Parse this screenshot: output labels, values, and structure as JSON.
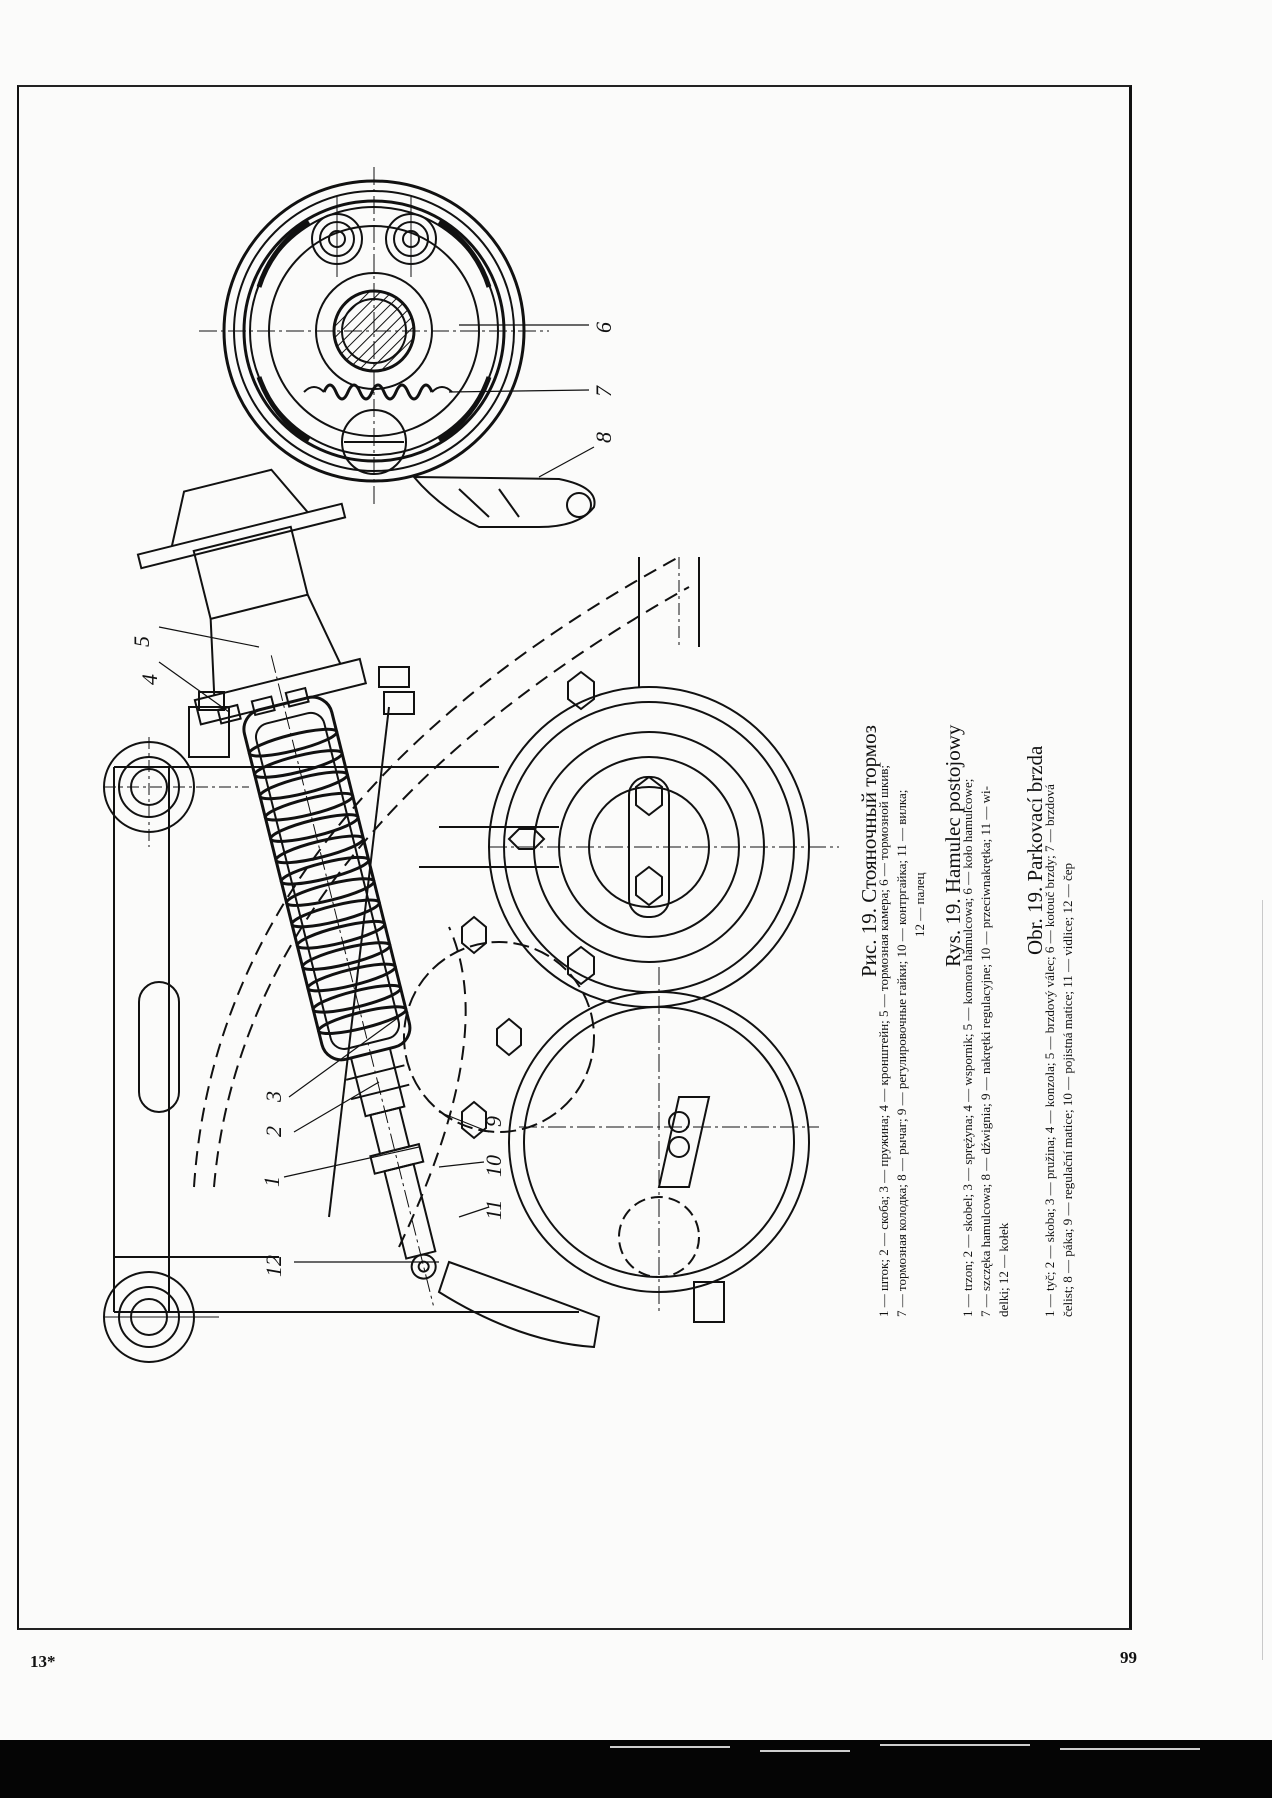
{
  "page": {
    "left_folio": "13*",
    "right_folio": "99"
  },
  "captions": [
    {
      "lang": "ru",
      "title": "Рис. 19. Стояночный тормоз",
      "legend_lines": [
        "1 — шток; 2 — скоба; 3 — пружина; 4 — кронштейн; 5 — тормозная камера; 6 — тормозной шкив;",
        "7 — тормозная колодка; 8 — рычаг; 9 — регулировочные гайки; 10 — контргайка; 11 — вилка;",
        "12 — палец"
      ]
    },
    {
      "lang": "pl",
      "title": "Rys. 19. Hamulec postojowy",
      "legend_lines": [
        "1 — trzon; 2 — skobel; 3 — sprężyna; 4 — wspornik; 5 — komora hamulcowa; 6 — koło hamulcowe;",
        "7 — szczęka hamulcowa; 8 — dźwignia; 9 — nakrętki regulacyjne; 10 — przeciwnakrętka; 11 — wi-",
        "delki; 12 — kołek"
      ]
    },
    {
      "lang": "cs",
      "title": "Obr. 19. Parkovací brzda",
      "legend_lines": [
        "1 — tyč; 2 — skoba; 3 — pružina; 4 — konzola; 5 — brzdový válec; 6 — kotouč brzdy; 7 — brzdová",
        "čelist; 8 — páka; 9 — regulační matice; 10 — pojistná matice; 11 — vidlice; 12 — čep"
      ]
    }
  ],
  "callouts": [
    "1",
    "2",
    "3",
    "4",
    "5",
    "6",
    "7",
    "8",
    "9",
    "10",
    "11",
    "12"
  ]
}
